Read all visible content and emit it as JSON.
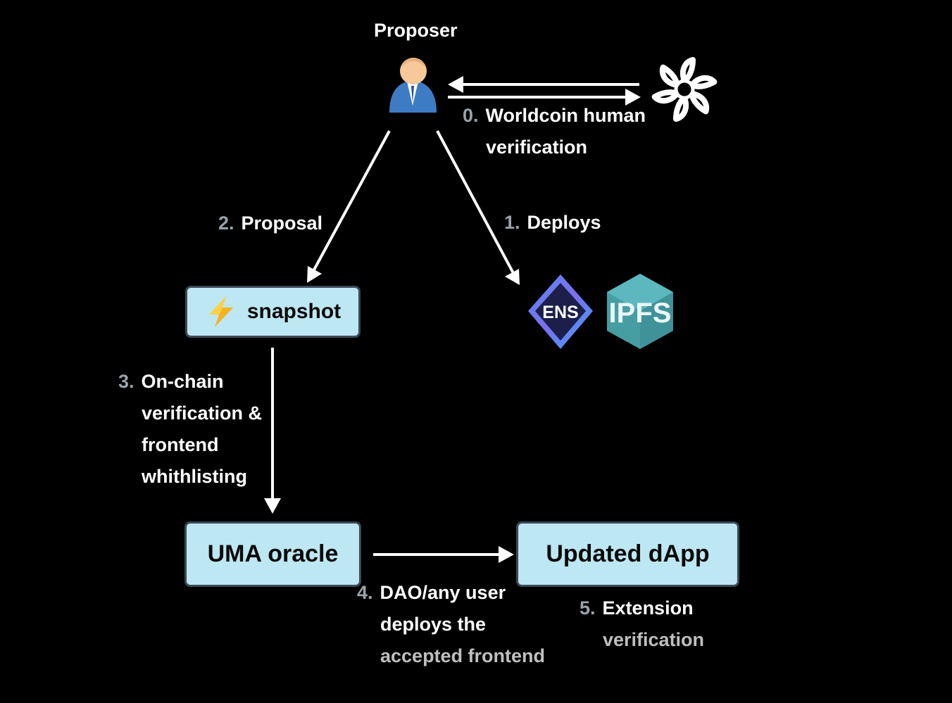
{
  "proposer": {
    "title": "Proposer"
  },
  "steps": {
    "s0": {
      "num": "0.",
      "lines": [
        "Worldcoin human",
        "verification"
      ]
    },
    "s1": {
      "num": "1.",
      "lines": [
        "Deploys"
      ]
    },
    "s2": {
      "num": "2.",
      "lines": [
        "Proposal"
      ]
    },
    "s3": {
      "num": "3.",
      "lines": [
        "On-chain",
        "verification &",
        "frontend",
        "whithlisting"
      ]
    },
    "s4": {
      "num": "4.",
      "lines": [
        "DAO/any user",
        "deploys the",
        "accepted frontend"
      ]
    },
    "s5": {
      "num": "5.",
      "lines": [
        "Extension",
        "verification"
      ]
    }
  },
  "nodes": {
    "snapshot": "snapshot",
    "uma": "UMA oracle",
    "dapp": "Updated dApp",
    "ens": "ENS",
    "ipfs": "IPFS"
  },
  "colors": {
    "background": "#000000",
    "box_fill": "#bde7f2",
    "box_border": "#3b4a55",
    "step_number": "#9aa3ab",
    "arrow": "#ffffff"
  },
  "icons": {
    "proposer": "person-icon",
    "worldcoin": "worldcoin-logo",
    "snapshot": "lightning-bolt-icon",
    "ens": "ens-logo",
    "ipfs": "ipfs-logo"
  }
}
